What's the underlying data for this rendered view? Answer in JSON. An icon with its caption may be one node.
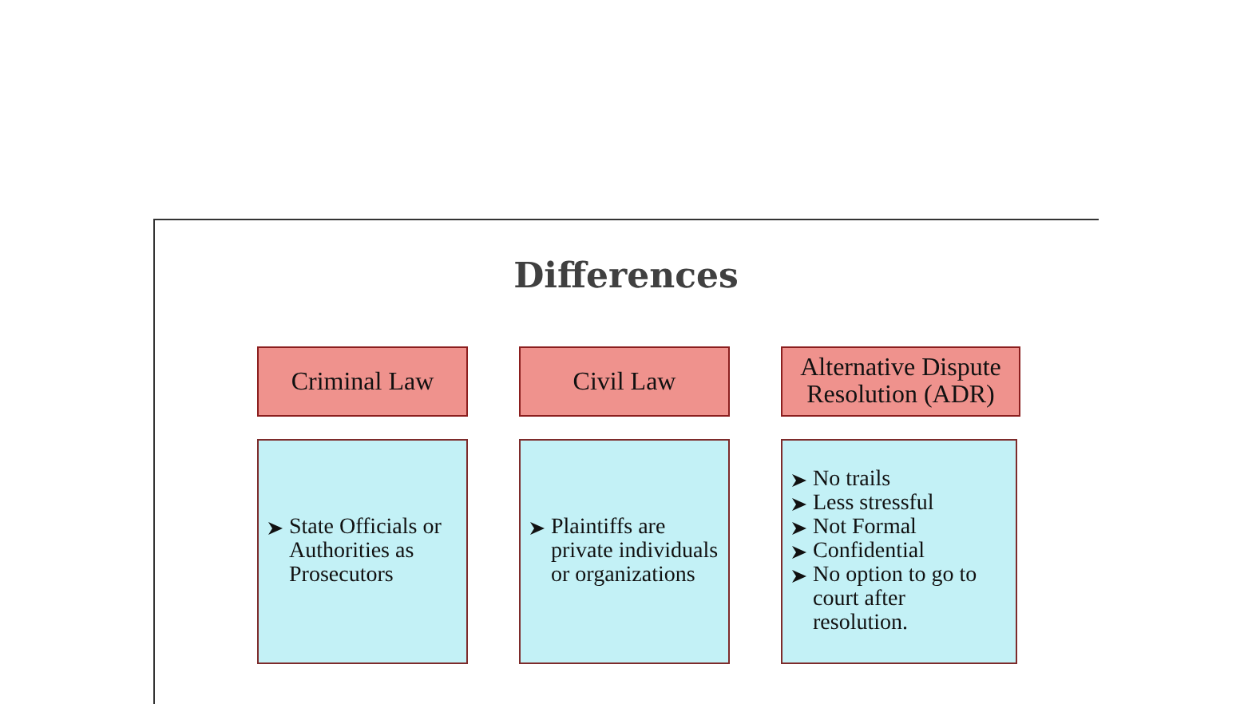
{
  "diagram": {
    "title": "Differences",
    "nodes": [
      {
        "text": [
          "Criminal Law"
        ]
      },
      {
        "text": [
          "Civil Law"
        ]
      },
      {
        "text": [
          "Alternative Dispute Resolution (ADR)"
        ]
      },
      {
        "text": [
          "State Officials or Authorities as Prosecutors"
        ]
      },
      {
        "text": [
          "Plaintiffs are private individuals or organizations"
        ]
      },
      {
        "text": [
          "No trails",
          "Less stressful",
          "Not Formal",
          "Confidential",
          "No option to go to court after resolution."
        ]
      }
    ]
  }
}
